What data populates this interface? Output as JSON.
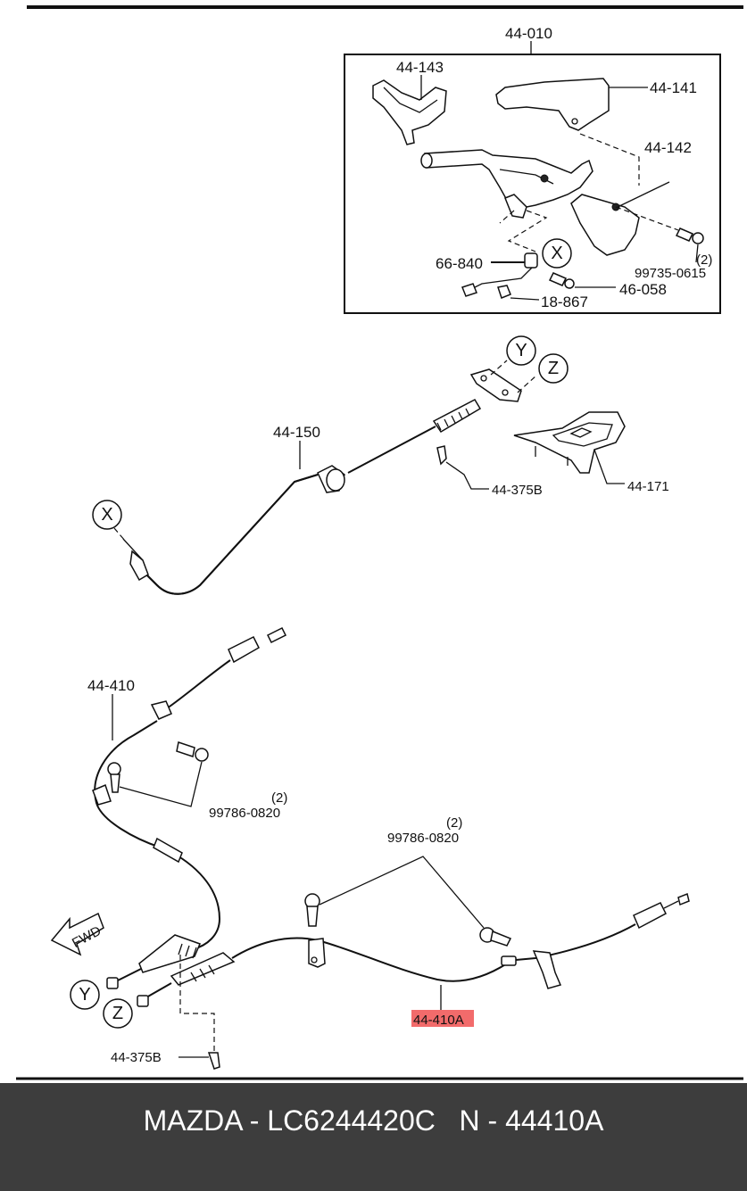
{
  "labels": {
    "assembly": "44-010",
    "p44_143": "44-143",
    "p44_141": "44-141",
    "p44_142": "44-142",
    "p66_840": "66-840",
    "p99735_qty": "(2)",
    "p99735": "99735-0615",
    "p46_058": "46-058",
    "p18_867": "18-867",
    "p44_150": "44-150",
    "p44_375b_top": "44-375B",
    "p44_171": "44-171",
    "p44_410": "44-410",
    "p99786_left_qty": "(2)",
    "p99786_left": "99786-0820",
    "p99786_right_qty": "(2)",
    "p99786_right": "99786-0820",
    "p44_410a": "44-410A",
    "p44_375b_bottom": "44-375B",
    "fwd": "FWD"
  },
  "callouts": {
    "x_top": "X",
    "y_top": "Y",
    "z_top": "Z",
    "x_left": "X",
    "y_bottom": "Y",
    "z_bottom": "Z"
  },
  "highlight": {
    "part": "44-410A",
    "color": "#f26b6b"
  },
  "footer": {
    "text": "MAZDA - LC6244420C   N - 44410A"
  }
}
